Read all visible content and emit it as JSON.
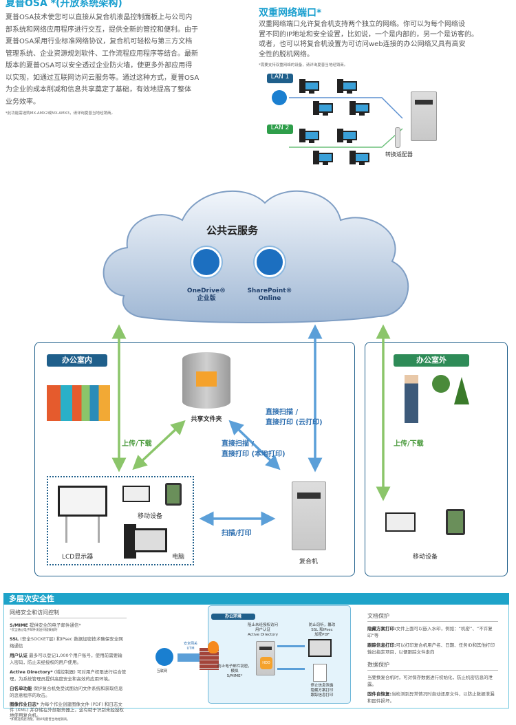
{
  "osa": {
    "title": "夏普OSA *(开放系统架构)",
    "lines": [
      "夏普OSA技术使您可以直接从复合机液晶控制面板上与公司内",
      "部系统和网络应用程序进行交互，提供全新的管控和便利。由于",
      "夏普OSA采用行业标准网络协议，复合机可轻松与第三方文档",
      "管理系统、企业资源规划软件、工作流程应用程序等结合。最新",
      "版本的夏普OSA可以安全透过企业防火墙，使更多外部应用得",
      "以实现，如通过互联网访问云服务等。通过这种方式，夏普OSA",
      "为企业的成本削减和信息共享奠定了基础，有效地提高了整体",
      "业务效率。"
    ],
    "footnote": "*此功能需选购MX-AMX2或MX-AMX3，请详询夏普当地经销商。"
  },
  "dual": {
    "title": "双重网络端口*",
    "lines": [
      "双重网络端口允许复合机支持两个独立的网络。你可以为每个网络设",
      "置不同的IP地址和安全设置，比如说，一个是内部的，另一个是访客的。",
      "或者，也可以将复合机设置为可访问web连接的办公网络又具有高安",
      "全性的脱机网络。"
    ],
    "footnote": "*需要支持双重网络的设备，请详询夏普当地经销商。",
    "lan1": "LAN 1",
    "lan2": "LAN 2",
    "adapter": "转换适配器"
  },
  "cloud": {
    "title": "公共云服务",
    "onedrive": [
      "OneDrive®",
      "企业版"
    ],
    "sharepoint": [
      "SharePoint®",
      "Online"
    ]
  },
  "office_in": {
    "badge": "办公室内",
    "shared_folder": "共享文件夹",
    "upload": "上传/下载",
    "cloud_scan": [
      "直接扫描 /",
      "直接打印 (云打印)"
    ],
    "local_scan": [
      "直接扫描 /",
      "直接打印 (本地打印)"
    ],
    "scan_print": "扫描/打印",
    "lcd": "LCD显示器",
    "mobile": "移动设备",
    "pc": "电脑",
    "mfp": "复合机"
  },
  "office_out": {
    "badge": "办公室外",
    "upload": "上传/下载",
    "mobile": "移动设备"
  },
  "security": {
    "title": "多层次安全性",
    "net": {
      "heading": "网络安全和访问控制",
      "items": [
        {
          "b": "S/MIME",
          "t": " 提供安全的电子邮件通信*",
          "note": "*仅当通过电子邮件发送扫描数据时"
        },
        {
          "b": "SSL",
          "t": " (安全SOCKET层) 和IPsec 数据加密技术确保安全网络通信"
        },
        {
          "b": "用户认证",
          "t": " 最多可以登记1,000个用户账号，使用前需要输入密码，防止未经授权的用户使用。"
        },
        {
          "b": "Active Directory*",
          "t": " (域控制器) 可对用户权限进行综合管理，为系统管理员提供高度安全和高效的应用环境。"
        },
        {
          "b": "白名单功能",
          "t": " 保护复合机免受试图访问文件系统和获取信息的恶意程序的攻击。"
        },
        {
          "b": "图像作业日志*",
          "t": " 为每个作业创建图像文件 (PDF) 和日志文件 (XML) 并存储在外部服务器上，这有助于识别未经授权地使用复合机。",
          "note": "*如需选购此功能，请详询夏普当地经销商。"
        }
      ]
    },
    "diagram": {
      "env": "办公环境",
      "internet": "互联网",
      "utm": [
        "安全网关",
        "UTM"
      ],
      "block": [
        "阻止未经授权访问",
        "用户认证",
        "Active Directory"
      ],
      "prevent_eav": [
        "防止窃听，篡改",
        "SSL 和IPsec",
        "加密PDF"
      ],
      "email": [
        "防止电子邮件窃密，",
        "模拟",
        "S/MIME*"
      ],
      "hdd": "HDD",
      "leak": [
        "停止信息泄露",
        "隐藏方案打印",
        "跟踪信息打印"
      ]
    },
    "doc": {
      "heading": "文档保护",
      "items": [
        {
          "b": "隐藏方案打印:",
          "t": "文件上面可以嵌入水印，例如：“机密”、“不许复印”等"
        },
        {
          "b": "跟踪信息打印:",
          "t": "可以打印复合机用户名、日期、任务ID和其他打印输出指定项目，以便跟踪文件走向"
        }
      ]
    },
    "data": {
      "heading": "数据保护",
      "items": [
        {
          "b": "",
          "t": "当要换复合机时，可对保存数据进行初始化，防止机密信息的泄露。"
        },
        {
          "b": "固件自恢复:",
          "t": "当检测到异常情况时自动还原文件，以防止数据泄漏和固件损坏。"
        }
      ]
    }
  },
  "colors": {
    "accent": "#1a9fcf",
    "navy": "#1f5f8b",
    "green": "#8bc56a",
    "blue": "#5b9fd8",
    "office_out": "#2e8b57"
  }
}
